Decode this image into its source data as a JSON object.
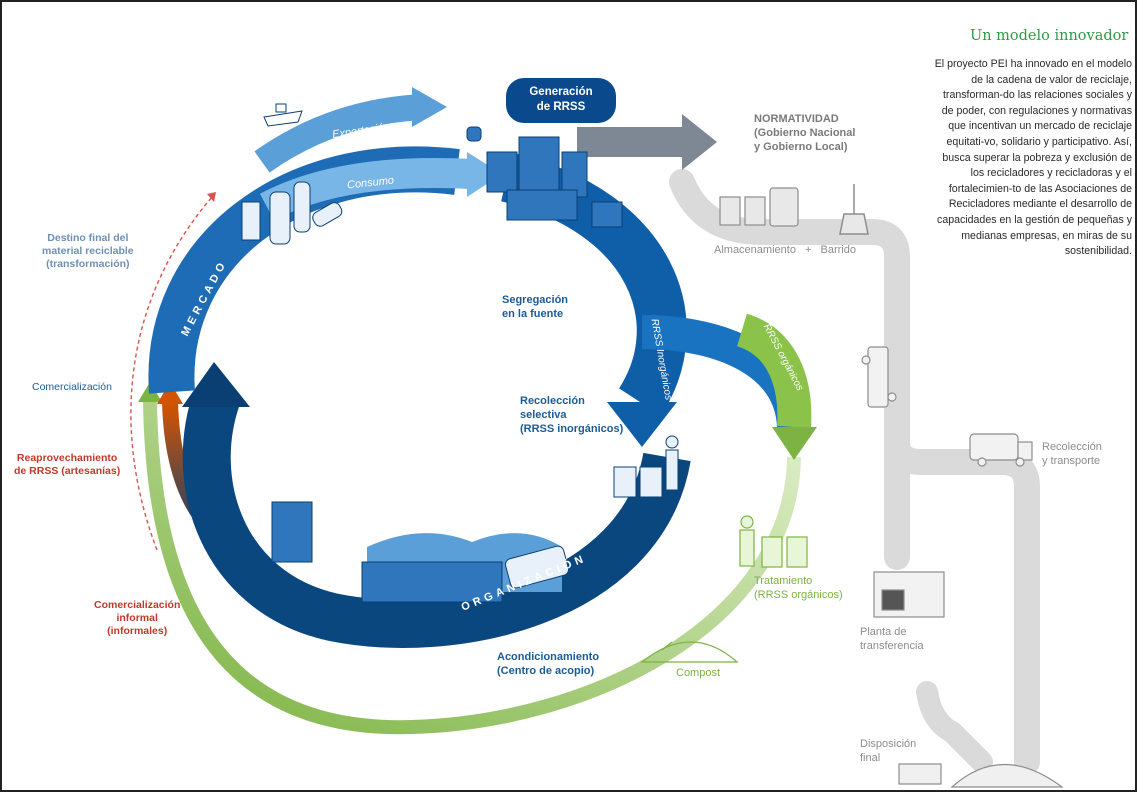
{
  "side": {
    "title": "Un modelo innovador",
    "body": "El proyecto PEI ha innovado en el modelo de la cadena de valor de reciclaje, transforman-do las relaciones sociales y de poder, con regulaciones y normativas que incentivan un mercado de reciclaje equitati-vo, solidario y participativo. Así, busca superar la pobreza y exclusión de los recicladores y recicladoras y el fortalecimien-to de las Asociaciones de Recicladores mediante el desarrollo de capacidades en la gestión de pequeñas y medianas empresas, en miras de su sostenibilidad."
  },
  "cycle": {
    "generacion_line1": "Generación",
    "generacion_line2": "de RRSS",
    "exportacion": "Exportación",
    "consumo": "Consumo",
    "segregacion_line1": "Segregación",
    "segregacion_line2": "en la fuente",
    "rrss_inorganicos_arrow": "RRSS Inorgánicos",
    "rrss_organicos_arrow": "RRSS orgánicos",
    "recoleccion_line1": "Recolección",
    "recoleccion_line2": "selectiva",
    "recoleccion_line3": "(RRSS inorgánicos)",
    "mercado": "MERCADO",
    "organizacion": "ORGANIZACIÓN",
    "acondicionamiento_line1": "Acondicionamiento",
    "acondicionamiento_line2": "(Centro de acopio)",
    "compost": "Compost",
    "tratamiento_line1": "Tratamiento",
    "tratamiento_line2": "(RRSS orgánicos)"
  },
  "left": {
    "destino_line1": "Destino final del",
    "destino_line2": "material reciclable",
    "destino_line3": "(transformación)",
    "comercializacion": "Comercialización",
    "reaprovechamiento_line1": "Reaprovechamiento",
    "reaprovechamiento_line2": "de RRSS (artesanías)",
    "informal_line1": "Comercialización",
    "informal_line2": "informal",
    "informal_line3": "(informales)"
  },
  "right": {
    "normatividad_line1": "NORMATIVIDAD",
    "normatividad_line2": "(Gobierno Nacional",
    "normatividad_line3": "y Gobierno Local)",
    "almacenamiento": "Almacenamiento",
    "plus": "+",
    "barrido": "Barrido",
    "recoleccion_t_line1": "Recolección",
    "recoleccion_t_line2": "y transporte",
    "planta_line1": "Planta de",
    "planta_line2": "transferencia",
    "disposicion_line1": "Disposición",
    "disposicion_line2": "final"
  },
  "colors": {
    "dark_blue": "#0a3f74",
    "mid_blue": "#1a65ad",
    "light_blue": "#5b9fd8",
    "green": "#7cb342",
    "light_green": "#c5e1a5",
    "red": "#c0392b",
    "gray": "#cfcfcf"
  },
  "icons": [
    "ship-icon",
    "city-buildings-icon",
    "bottles-icon",
    "trash-bins-icon",
    "broom-icon",
    "pickup-truck-icon",
    "garbage-truck-icon",
    "warehouse-icon",
    "recycling-worker-icon",
    "compost-pile-icon",
    "transfer-plant-icon",
    "landfill-icon"
  ]
}
